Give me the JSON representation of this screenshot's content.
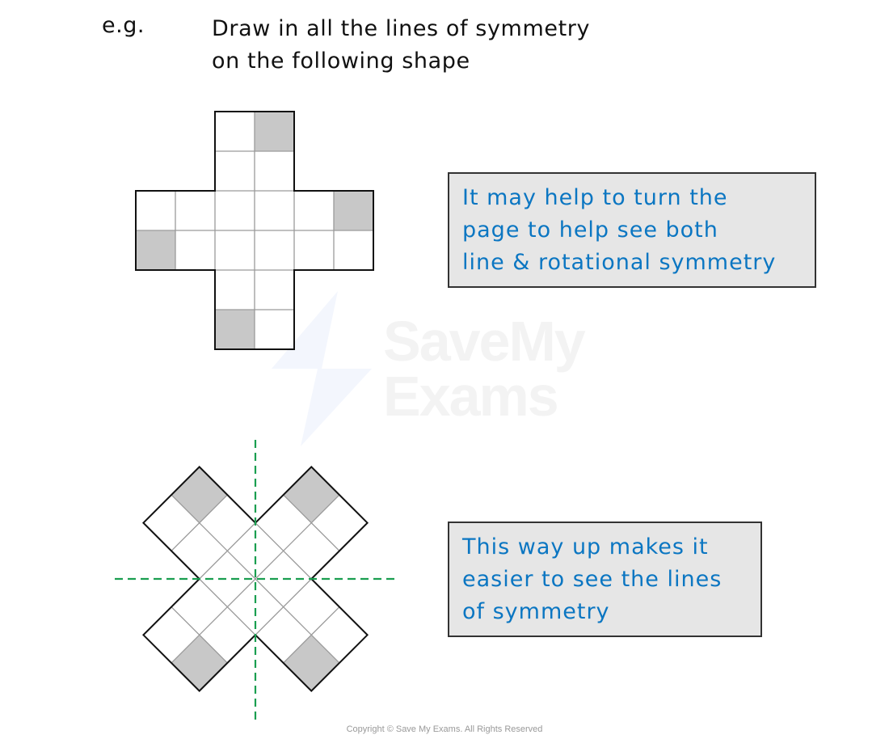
{
  "question": {
    "prefix": "e.g.",
    "lines": [
      "Draw in all the lines of symmetry",
      "on the following shape"
    ]
  },
  "notes": [
    {
      "lines": [
        "It may help to turn the",
        "page to help see both",
        "line & rotational symmetry"
      ]
    },
    {
      "lines": [
        "This way up makes it",
        "easier to see the lines",
        "of symmetry"
      ]
    }
  ],
  "figures": {
    "upright_cross": {
      "cell_size": 49,
      "shaded_cells": 4,
      "rotation_deg": 0
    },
    "rotated_cross": {
      "cell_size": 49,
      "shaded_cells": 4,
      "rotation_deg": -45,
      "lines_of_symmetry": 2
    }
  },
  "colors": {
    "note_text": "#0b76c2",
    "note_bg": "#e6e6e6",
    "shade": "#c8c8c8",
    "symmetry_line": "#1a9e50"
  },
  "watermark": {
    "line1": "SaveMy",
    "line2": "Exams"
  },
  "footer": {
    "copyright": "Copyright © Save My Exams. All Rights Reserved"
  }
}
